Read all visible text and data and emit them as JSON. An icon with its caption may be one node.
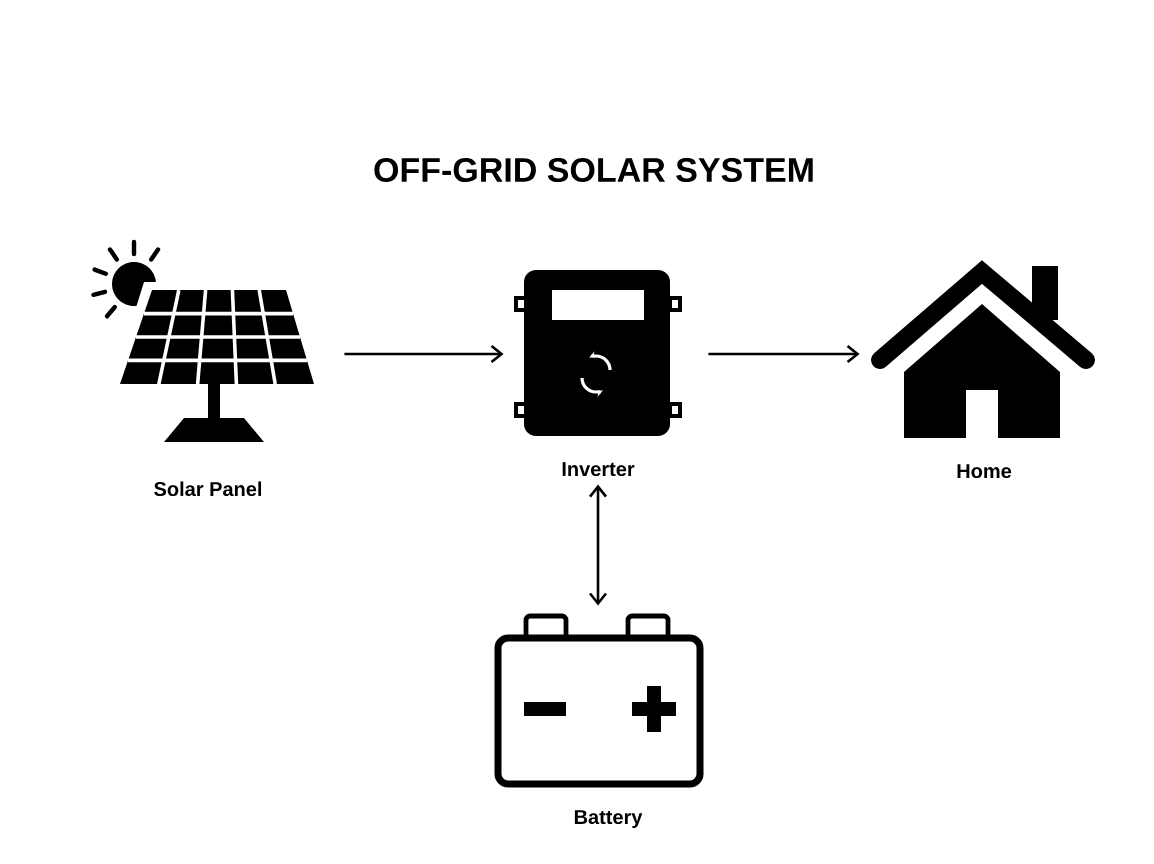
{
  "diagram": {
    "title": "OFF-GRID SOLAR SYSTEM",
    "nodes": [
      {
        "text": [
          "Solar Panel"
        ]
      },
      {
        "text": [
          "Inverter"
        ]
      },
      {
        "text": [
          "Home"
        ]
      },
      {
        "text": [
          "Battery"
        ]
      }
    ],
    "edges": [
      {
        "from": 0,
        "to": 1,
        "arrow": "to"
      },
      {
        "from": 1,
        "to": 2,
        "arrow": "to"
      },
      {
        "from": 1,
        "to": 3,
        "arrow": "both"
      }
    ]
  }
}
